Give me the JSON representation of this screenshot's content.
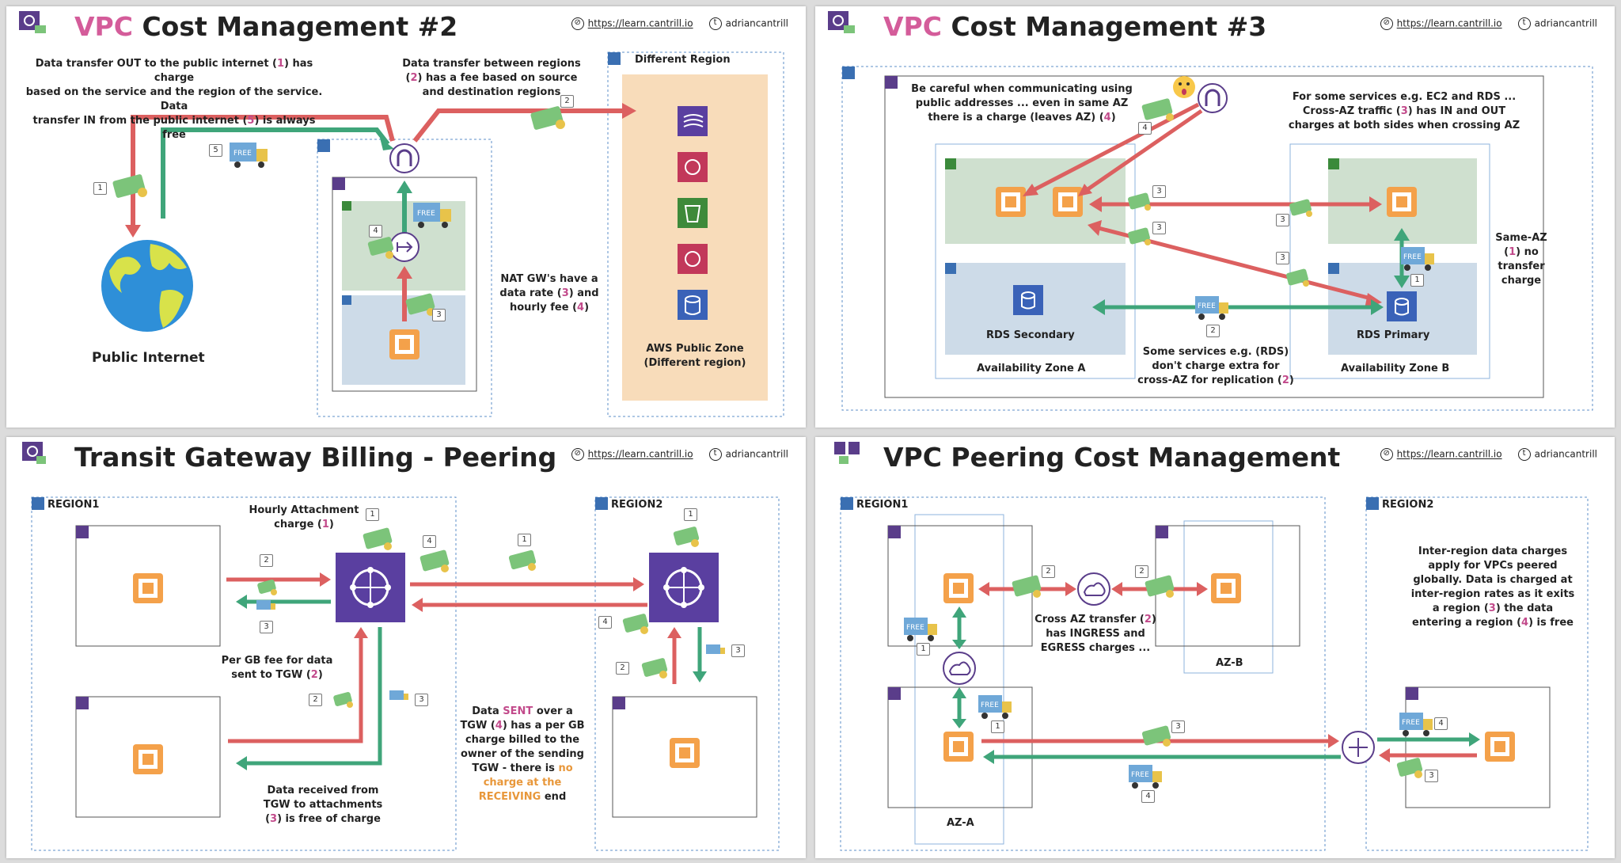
{
  "header": {
    "url": "https://learn.cantrill.io",
    "handle": "adriancantrill"
  },
  "slide1": {
    "title_vpc": "VPC",
    "title_rest": " Cost Management #2",
    "note_out_1": "Data transfer OUT to the public internet (",
    "note_out_1n": "1",
    "note_out_2": ") has charge",
    "note_out_3": "based on the service and the region of the service. Data",
    "note_out_4": "transfer IN from the public internet (",
    "note_out_4n": "5",
    "note_out_5": ") is always free",
    "note_region_1": "Data transfer between regions",
    "note_region_2a": "(",
    "note_region_2n": "2",
    "note_region_2b": ") has a fee based on source",
    "note_region_3": "and destination regions",
    "different_region": "Different Region",
    "public_internet": "Public Internet",
    "nat_1": "NAT GW's have a",
    "nat_2a": "data rate (",
    "nat_2n": "3",
    "nat_2b": ") and",
    "nat_3a": "hourly fee (",
    "nat_3n": "4",
    "nat_3b": ")",
    "aws_zone_1": "AWS Public Zone",
    "aws_zone_2": "(Different region)",
    "free": "FREE",
    "badges": [
      "1",
      "5",
      "2",
      "4",
      "3"
    ]
  },
  "slide2": {
    "title_vpc": "VPC",
    "title_rest": " Cost Management #3",
    "careful_1": "Be careful when communicating using",
    "careful_2": "public addresses ... even in same AZ",
    "careful_3a": "there is a charge (leaves AZ) (",
    "careful_3n": "4",
    "careful_3b": ")",
    "services_1": "For some services e.g. EC2 and RDS ...",
    "services_2a": "Cross-AZ traffic (",
    "services_2n": "3",
    "services_2b": ") has IN and OUT",
    "services_3": "charges at both sides when crossing AZ",
    "same_az_1": "Same-AZ",
    "same_az_2a": "(",
    "same_az_2n": "1",
    "same_az_2b": ") no",
    "same_az_3": "transfer",
    "same_az_4": "charge",
    "rds_secondary": "RDS Secondary",
    "rds_primary": "RDS Primary",
    "az_a": "Availability Zone A",
    "az_b": "Availability Zone B",
    "rds_note_1": "Some services e.g. (RDS)",
    "rds_note_2": "don't charge extra for",
    "rds_note_3a": "cross-AZ for replication (",
    "rds_note_3n": "2",
    "rds_note_3b": ")",
    "free": "FREE",
    "badges": [
      "4",
      "3",
      "3",
      "3",
      "3",
      "1",
      "2"
    ]
  },
  "slide3": {
    "title": "Transit Gateway Billing - Peering",
    "region1": "REGION1",
    "region2": "REGION2",
    "hourly_1": "Hourly Attachment",
    "hourly_2a": "charge (",
    "hourly_2n": "1",
    "hourly_2b": ")",
    "pergb_1": "Per GB fee for data",
    "pergb_2a": "sent to TGW (",
    "pergb_2n": "2",
    "pergb_2b": ")",
    "received_1": "Data received from",
    "received_2": "TGW to attachments",
    "received_3a": "(",
    "received_3n": "3",
    "received_3b": ") is free of charge",
    "sent_1a": "Data ",
    "sent_1p": "SENT",
    "sent_1b": " over a",
    "sent_2a": "TGW (",
    "sent_2n": "4",
    "sent_2b": ") has a per GB",
    "sent_3": "charge billed to the",
    "sent_4": "owner of the sending",
    "sent_5a": "TGW - there is ",
    "sent_5o": "no",
    "sent_6o": "charge at the",
    "sent_7o": "RECEIVING",
    "sent_7b": " end",
    "badges": [
      "1",
      "2",
      "3",
      "4",
      "1",
      "1",
      "4",
      "3",
      "2",
      "2",
      "3"
    ]
  },
  "slide4": {
    "title": "VPC Peering Cost Management",
    "region1": "REGION1",
    "region2": "REGION2",
    "inter_1": "Inter-region data charges",
    "inter_2": "apply for VPCs peered",
    "inter_3": "globally. Data is charged at",
    "inter_4": "inter-region rates as it exits",
    "inter_5a": "a region (",
    "inter_5n": "3",
    "inter_5b": ") the data",
    "inter_6a": "entering a region (",
    "inter_6n": "4",
    "inter_6b": ") is free",
    "cross_1a": "Cross AZ transfer (",
    "cross_1n": "2",
    "cross_1b": ")",
    "cross_2": "has INGRESS and",
    "cross_3": "EGRESS charges ...",
    "az_a": "AZ-A",
    "az_b": "AZ-B",
    "free": "FREE",
    "badges": [
      "2",
      "2",
      "1",
      "1",
      "3",
      "4",
      "4",
      "3"
    ]
  }
}
